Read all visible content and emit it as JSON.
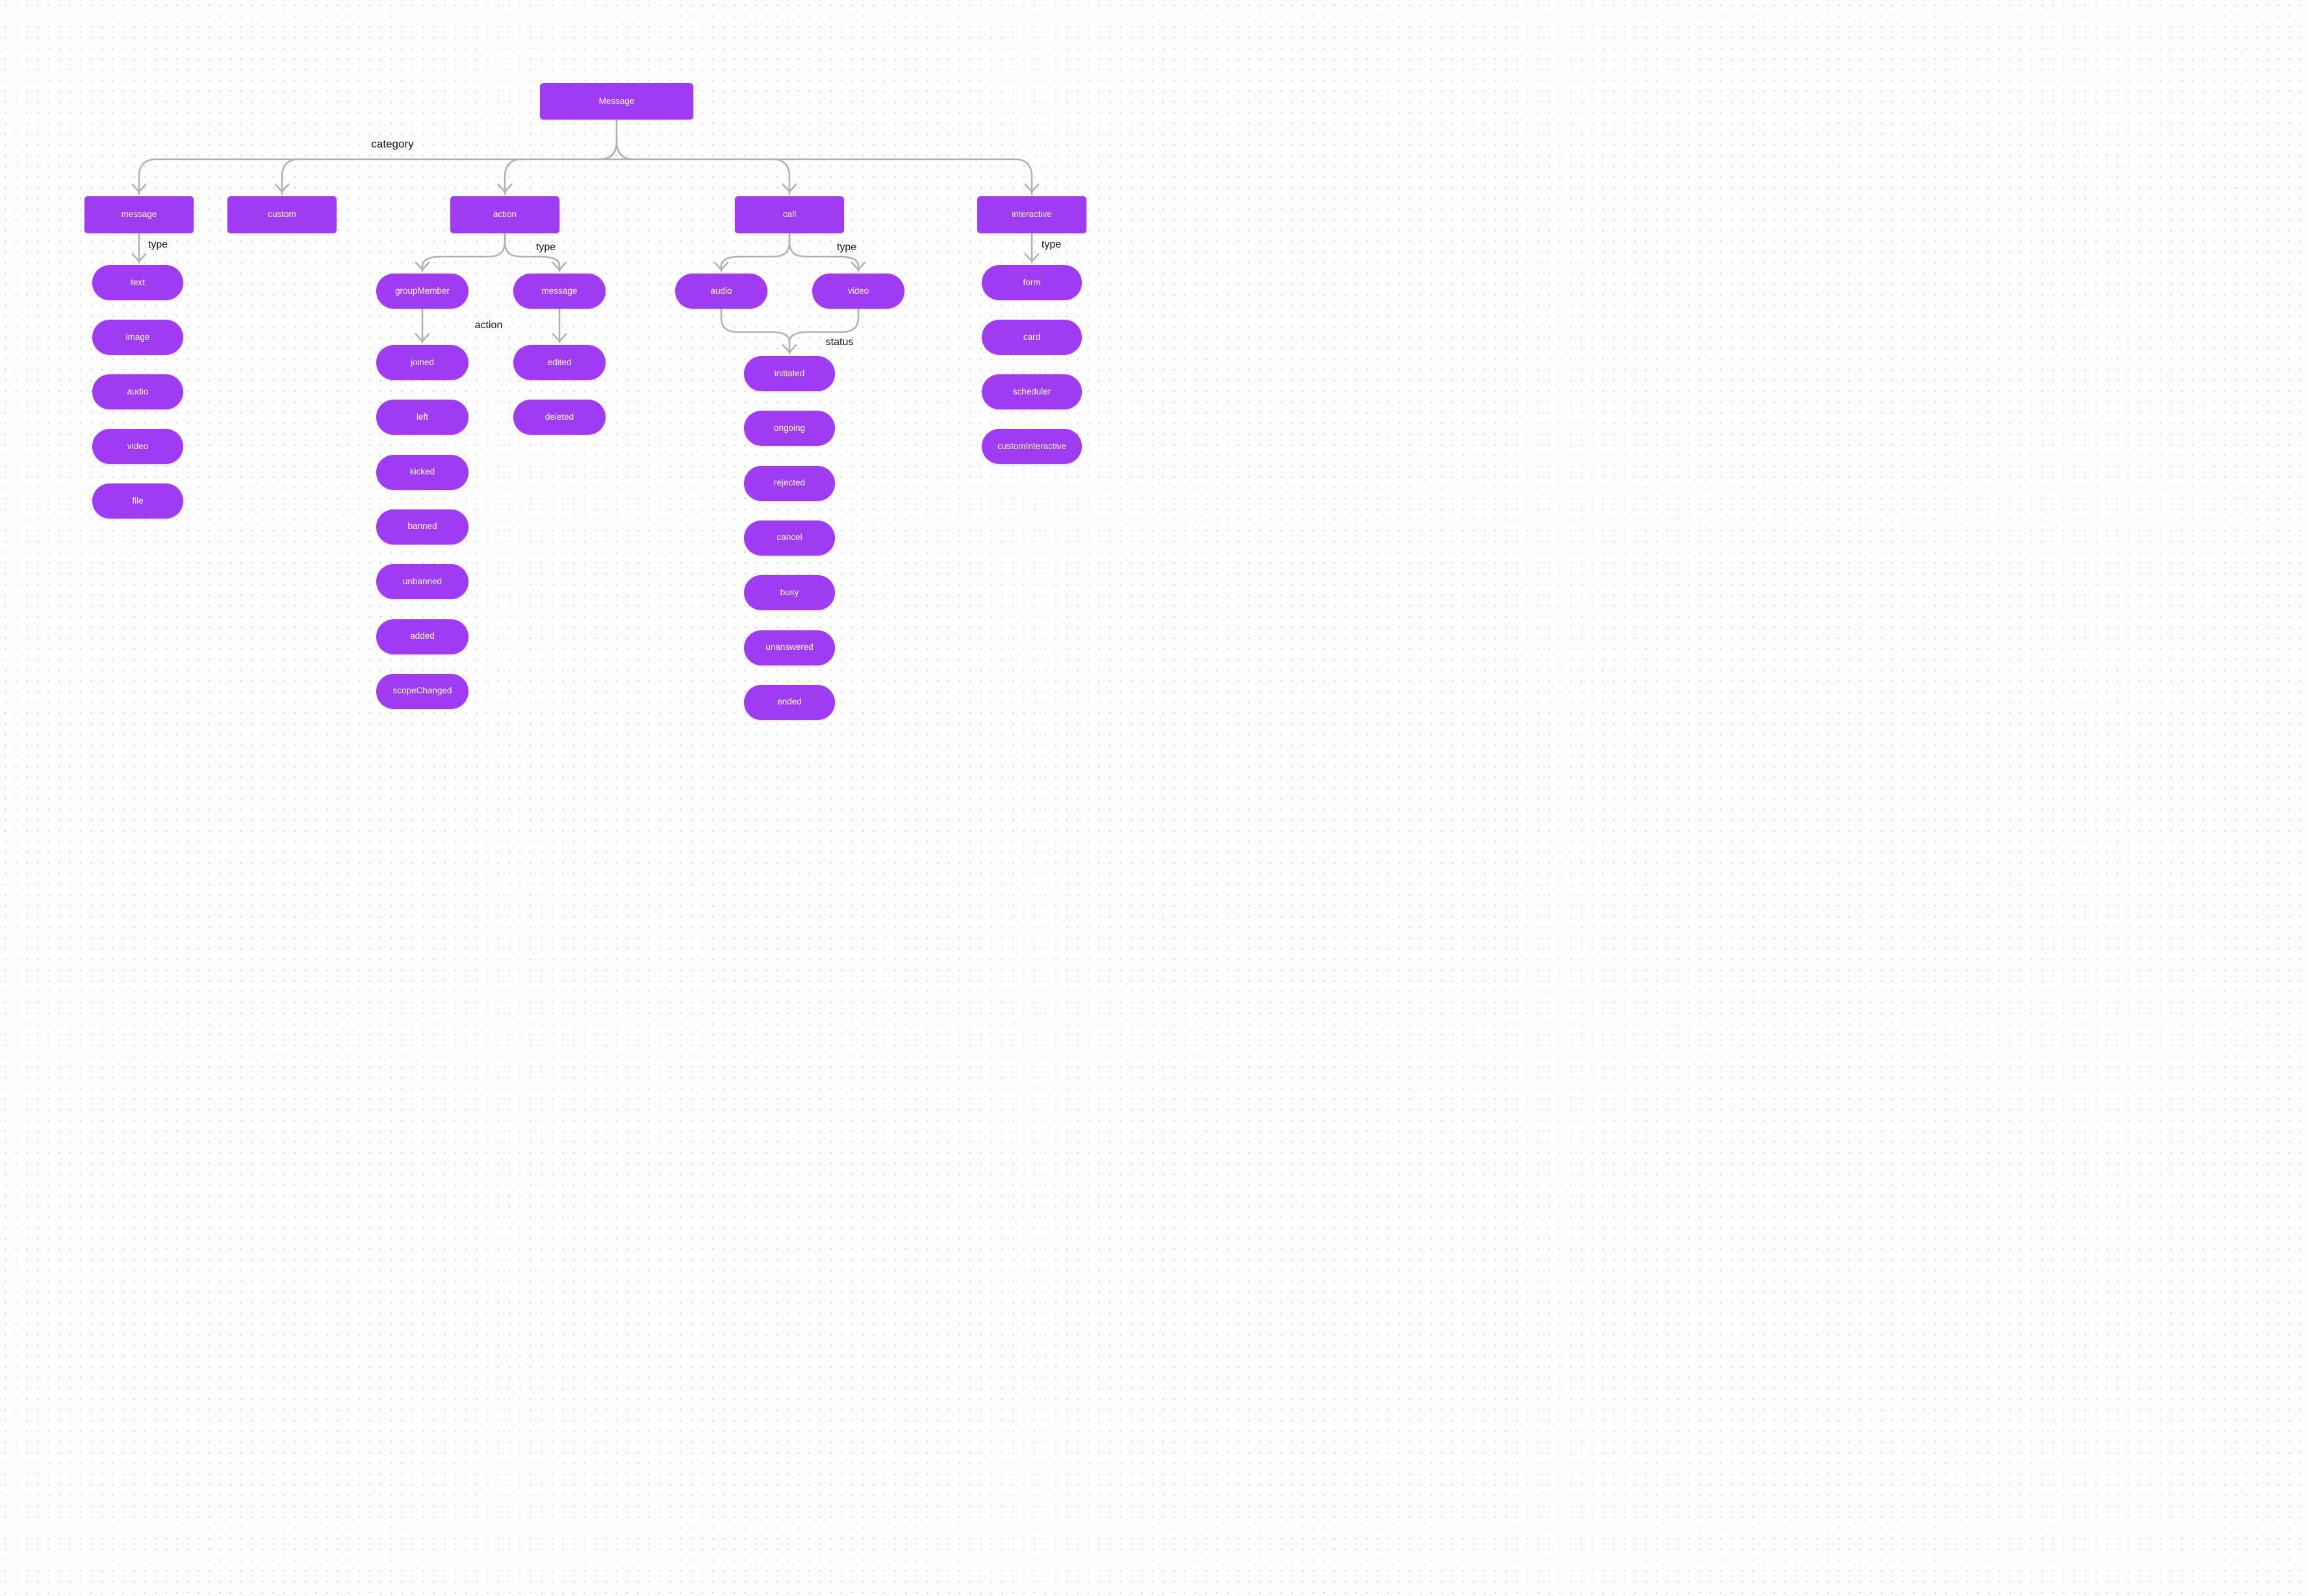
{
  "diagram": {
    "root": {
      "label": "Message"
    },
    "level1": [
      {
        "label": "message"
      },
      {
        "label": "custom"
      },
      {
        "label": "action"
      },
      {
        "label": "call"
      },
      {
        "label": "interactive"
      }
    ],
    "pills": {
      "message_types": [
        "text",
        "image",
        "audio",
        "video",
        "file"
      ],
      "action_types": [
        "groupMember",
        "message"
      ],
      "group_member_actions": [
        "joined",
        "left",
        "kicked",
        "banned",
        "unbanned",
        "added",
        "scopeChanged"
      ],
      "message_actions": [
        "edited",
        "deleted"
      ],
      "call_types": [
        "audio",
        "video"
      ],
      "call_statuses": [
        "initiated",
        "ongoing",
        "rejected",
        "cancel",
        "busy",
        "unanswered",
        "ended"
      ],
      "interactive_types": [
        "form",
        "card",
        "scheduler",
        "customInteractive"
      ]
    },
    "edge_labels": {
      "category": "category",
      "message_type": "type",
      "action_type": "type",
      "call_type": "type",
      "interactive_type": "type",
      "group_member_action": "action",
      "call_status": "status"
    },
    "colors": {
      "node_fill": "#a03bf4",
      "node_text": "#ffffff",
      "edge": "#b2b2b2",
      "label_text": "#161616",
      "background": "#fdfdfd",
      "grid_dot": "#d9d9d9"
    }
  }
}
